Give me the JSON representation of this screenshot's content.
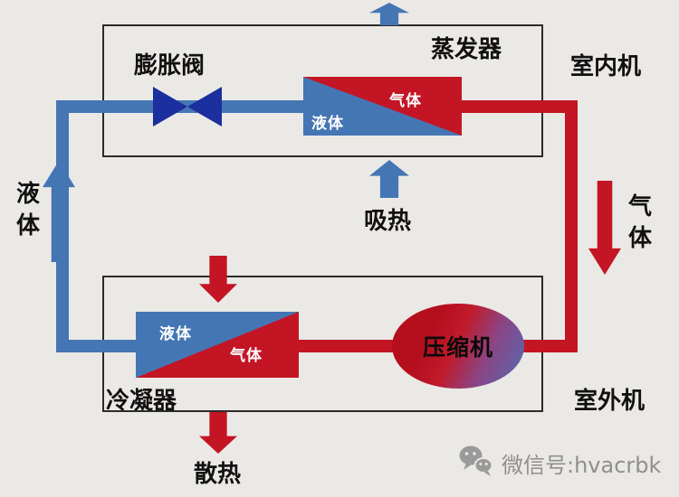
{
  "colors": {
    "background": "#eae9e5",
    "pipe_blue": "#4576b4",
    "valve_blue": "#1c2f9e",
    "pipe_red": "#c41525",
    "compressor_purple": "#5f63a8",
    "box_border": "#2b2b2b",
    "label_text": "#111111",
    "exchanger_text": "#ffffff",
    "watermark_gray": "#8f8f8f"
  },
  "indoor_unit": {
    "unit_label": "室内机",
    "evaporator_label": "蒸发器",
    "expansion_valve_label": "膨胀阀",
    "absorb_heat_label": "吸热",
    "evaporator": {
      "liquid_label": "液体",
      "gas_label": "气体"
    }
  },
  "outdoor_unit": {
    "unit_label": "室外机",
    "condenser_label": "冷凝器",
    "compressor_label": "压缩机",
    "release_heat_label": "散热",
    "condenser": {
      "liquid_label": "液体",
      "gas_label": "气体"
    }
  },
  "left_pipe": {
    "flow_label": "液体"
  },
  "right_pipe": {
    "flow_label": "气体"
  },
  "watermark": {
    "text": "微信号:hvacrbk"
  }
}
